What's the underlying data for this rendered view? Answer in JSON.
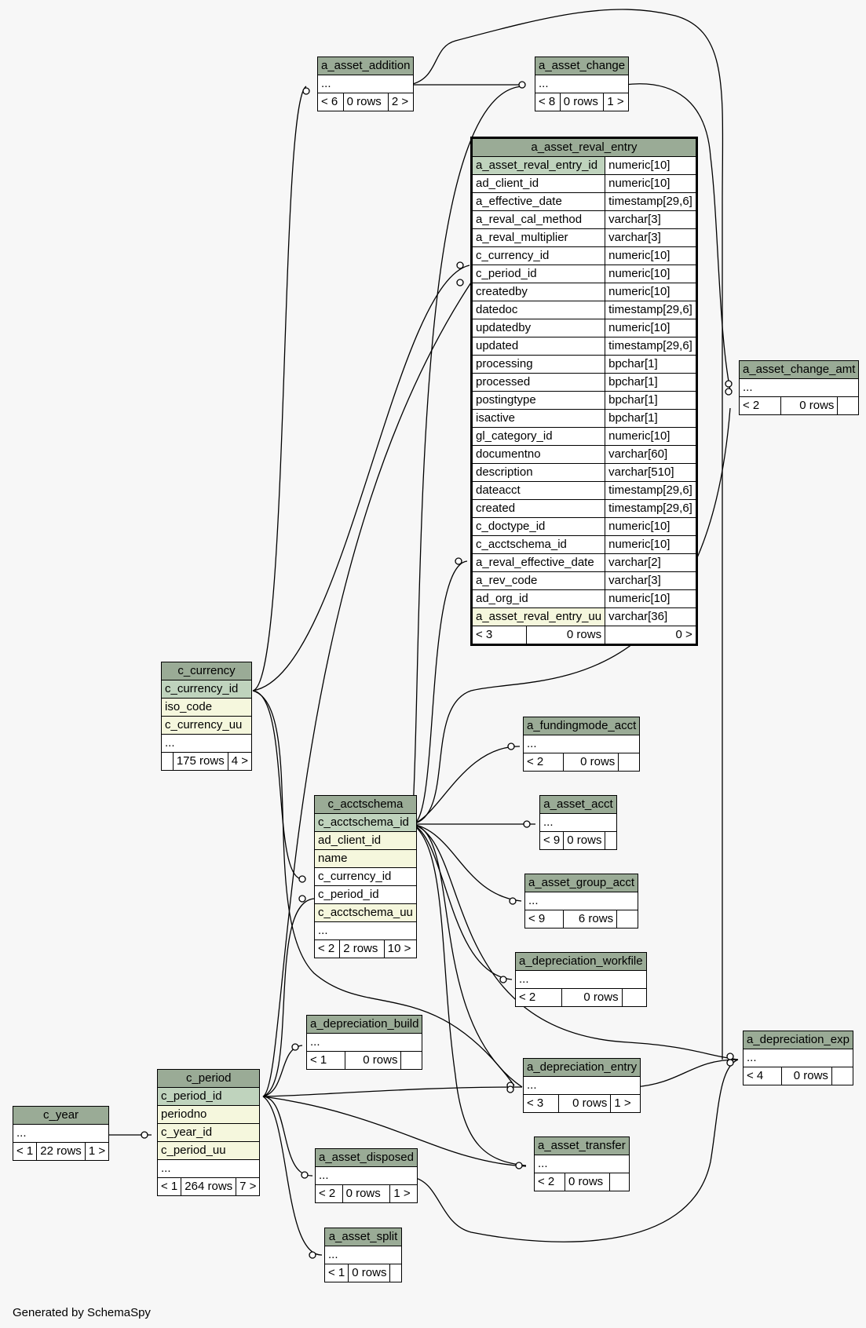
{
  "footer": "Generated by SchemaSpy",
  "tables": {
    "a_asset_addition": {
      "name": "a_asset_addition",
      "cols": [
        "..."
      ],
      "foot": [
        "< 6",
        "0 rows",
        "2 >"
      ]
    },
    "a_asset_change": {
      "name": "a_asset_change",
      "cols": [
        "..."
      ],
      "foot": [
        "< 8",
        "0 rows",
        "1 >"
      ]
    },
    "a_asset_reval_entry": {
      "name": "a_asset_reval_entry",
      "cols": [
        [
          "a_asset_reval_entry_id",
          "numeric[10]"
        ],
        [
          "ad_client_id",
          "numeric[10]"
        ],
        [
          "a_effective_date",
          "timestamp[29,6]"
        ],
        [
          "a_reval_cal_method",
          "varchar[3]"
        ],
        [
          "a_reval_multiplier",
          "varchar[3]"
        ],
        [
          "c_currency_id",
          "numeric[10]"
        ],
        [
          "c_period_id",
          "numeric[10]"
        ],
        [
          "createdby",
          "numeric[10]"
        ],
        [
          "datedoc",
          "timestamp[29,6]"
        ],
        [
          "updatedby",
          "numeric[10]"
        ],
        [
          "updated",
          "timestamp[29,6]"
        ],
        [
          "processing",
          "bpchar[1]"
        ],
        [
          "processed",
          "bpchar[1]"
        ],
        [
          "postingtype",
          "bpchar[1]"
        ],
        [
          "isactive",
          "bpchar[1]"
        ],
        [
          "gl_category_id",
          "numeric[10]"
        ],
        [
          "documentno",
          "varchar[60]"
        ],
        [
          "description",
          "varchar[510]"
        ],
        [
          "dateacct",
          "timestamp[29,6]"
        ],
        [
          "created",
          "timestamp[29,6]"
        ],
        [
          "c_doctype_id",
          "numeric[10]"
        ],
        [
          "c_acctschema_id",
          "numeric[10]"
        ],
        [
          "a_reval_effective_date",
          "varchar[2]"
        ],
        [
          "a_rev_code",
          "varchar[3]"
        ],
        [
          "ad_org_id",
          "numeric[10]"
        ],
        [
          "a_asset_reval_entry_uu",
          "varchar[36]"
        ]
      ],
      "foot": [
        "< 3",
        "0 rows",
        "0 >"
      ]
    },
    "a_asset_change_amt": {
      "name": "a_asset_change_amt",
      "cols": [
        "..."
      ],
      "foot": [
        "< 2",
        "0 rows",
        ""
      ]
    },
    "c_currency": {
      "name": "c_currency",
      "cols": [
        "c_currency_id",
        "iso_code",
        "c_currency_uu",
        "..."
      ],
      "foot": [
        "",
        "175 rows",
        "4 >"
      ]
    },
    "a_fundingmode_acct": {
      "name": "a_fundingmode_acct",
      "cols": [
        "..."
      ],
      "foot": [
        "< 2",
        "0 rows",
        ""
      ]
    },
    "c_acctschema": {
      "name": "c_acctschema",
      "cols": [
        "c_acctschema_id",
        "ad_client_id",
        "name",
        "c_currency_id",
        "c_period_id",
        "c_acctschema_uu",
        "..."
      ],
      "foot": [
        "< 2",
        "2 rows",
        "10 >"
      ]
    },
    "a_asset_acct": {
      "name": "a_asset_acct",
      "cols": [
        "..."
      ],
      "foot": [
        "< 9",
        "0 rows",
        ""
      ]
    },
    "a_asset_group_acct": {
      "name": "a_asset_group_acct",
      "cols": [
        "..."
      ],
      "foot": [
        "< 9",
        "6 rows",
        ""
      ]
    },
    "a_depreciation_workfile": {
      "name": "a_depreciation_workfile",
      "cols": [
        "..."
      ],
      "foot": [
        "< 2",
        "0 rows",
        ""
      ]
    },
    "a_depreciation_build": {
      "name": "a_depreciation_build",
      "cols": [
        "..."
      ],
      "foot": [
        "< 1",
        "0 rows",
        ""
      ]
    },
    "a_depreciation_exp": {
      "name": "a_depreciation_exp",
      "cols": [
        "..."
      ],
      "foot": [
        "< 4",
        "0 rows",
        ""
      ]
    },
    "a_depreciation_entry": {
      "name": "a_depreciation_entry",
      "cols": [
        "..."
      ],
      "foot": [
        "< 3",
        "0 rows",
        "1 >"
      ]
    },
    "c_period": {
      "name": "c_period",
      "cols": [
        "c_period_id",
        "periodno",
        "c_year_id",
        "c_period_uu",
        "..."
      ],
      "foot": [
        "< 1",
        "264 rows",
        "7 >"
      ]
    },
    "c_year": {
      "name": "c_year",
      "cols": [
        "..."
      ],
      "foot": [
        "< 1",
        "22 rows",
        "1 >"
      ]
    },
    "a_asset_transfer": {
      "name": "a_asset_transfer",
      "cols": [
        "..."
      ],
      "foot": [
        "< 2",
        "0 rows",
        ""
      ]
    },
    "a_asset_disposed": {
      "name": "a_asset_disposed",
      "cols": [
        "..."
      ],
      "foot": [
        "< 2",
        "0 rows",
        "1 >"
      ]
    },
    "a_asset_split": {
      "name": "a_asset_split",
      "cols": [
        "..."
      ],
      "foot": [
        "< 1",
        "0 rows",
        ""
      ]
    }
  },
  "colors": {
    "header": "#9aab96",
    "primary_key": "#bfd3bd",
    "indexed": "#f5f7dd",
    "background": "#f7f7f7",
    "line": "#000000"
  }
}
